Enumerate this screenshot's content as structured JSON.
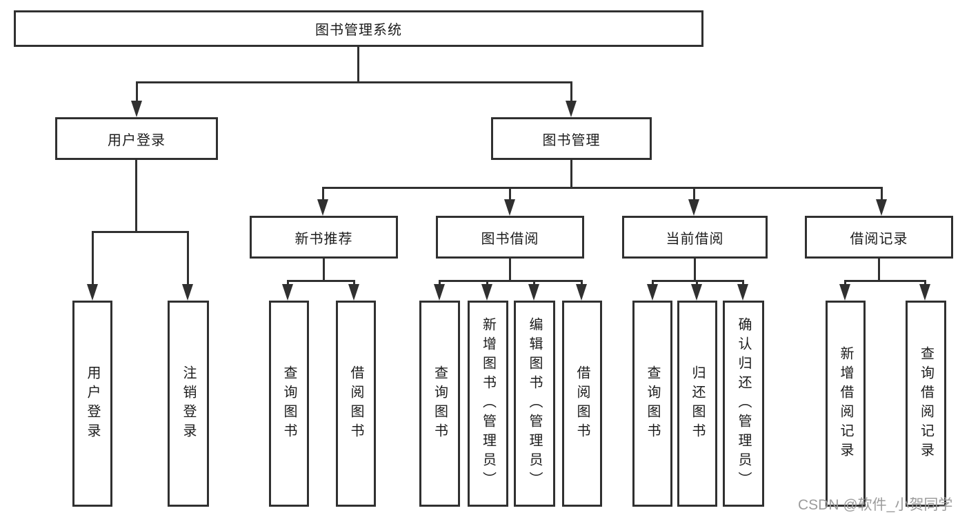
{
  "diagram": {
    "root": {
      "label": "图书管理系统"
    },
    "branches": [
      {
        "label": "用户登录",
        "children": [
          {
            "label": "用户登录"
          },
          {
            "label": "注销登录"
          }
        ]
      },
      {
        "label": "图书管理",
        "groups": [
          {
            "label": "新书推荐",
            "children": [
              {
                "label": "查询图书"
              },
              {
                "label": "借阅图书"
              }
            ]
          },
          {
            "label": "图书借阅",
            "children": [
              {
                "label": "查询图书"
              },
              {
                "label": "新增图书（管理员）"
              },
              {
                "label": "编辑图书（管理员）"
              },
              {
                "label": "借阅图书"
              }
            ]
          },
          {
            "label": "当前借阅",
            "children": [
              {
                "label": "查询图书"
              },
              {
                "label": "归还图书"
              },
              {
                "label": "确认归还（管理员）"
              }
            ]
          },
          {
            "label": "借阅记录",
            "children": [
              {
                "label": "新增借阅记录"
              },
              {
                "label": "查询借阅记录"
              }
            ]
          }
        ]
      }
    ]
  },
  "watermark": {
    "text": "CSDN @软件_小贺同学"
  },
  "colors": {
    "line": "#303030",
    "text": "#1c1c1c",
    "background": "#ffffff",
    "watermark": "#9c9c9c"
  }
}
